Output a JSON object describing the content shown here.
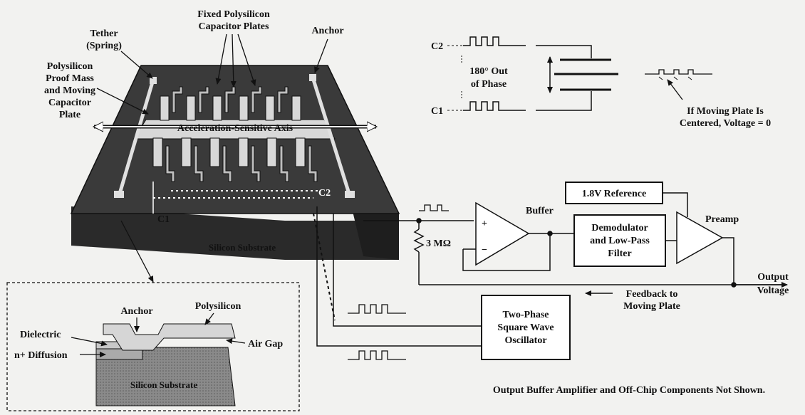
{
  "labels": {
    "fixed_plates_line1": "Fixed Polysilicon",
    "fixed_plates_line2": "Capacitor Plates",
    "tether_line1": "Tether",
    "tether_line2": "(Spring)",
    "anchor": "Anchor",
    "proof_mass_line1": "Polysilicon",
    "proof_mass_line2": "Proof Mass",
    "proof_mass_line3": "and Moving",
    "proof_mass_line4": "Capacitor",
    "proof_mass_line5": "Plate",
    "axis": "Acceleration-Sensitive Axis",
    "c1": "C1",
    "c2": "C2",
    "silicon_substrate": "Silicon Substrate"
  },
  "phase": {
    "c2": "C2",
    "c1": "C1",
    "note_line1": "180° Out",
    "note_line2": "of Phase",
    "centered_line1": "If Moving Plate Is",
    "centered_line2": "Centered, Voltage = 0"
  },
  "circuit": {
    "reference": "1.8V Reference",
    "buffer": "Buffer",
    "preamp": "Preamp",
    "resistor": "3 MΩ",
    "demod_line1": "Demodulator",
    "demod_line2": "and Low-Pass",
    "demod_line3": "Filter",
    "output_line1": "Output",
    "output_line2": "Voltage",
    "feedback_line1": "Feedback to",
    "feedback_line2": "Moving Plate",
    "osc_line1": "Two-Phase",
    "osc_line2": "Square Wave",
    "osc_line3": "Oscillator",
    "plus": "+",
    "minus": "−"
  },
  "inset": {
    "anchor": "Anchor",
    "polysilicon": "Polysilicon",
    "dielectric": "Dielectric",
    "air_gap": "Air Gap",
    "n_diffusion": "n+ Diffusion",
    "silicon_substrate": "Silicon Substrate"
  },
  "footnote": "Output Buffer Amplifier and Off-Chip Components Not Shown."
}
